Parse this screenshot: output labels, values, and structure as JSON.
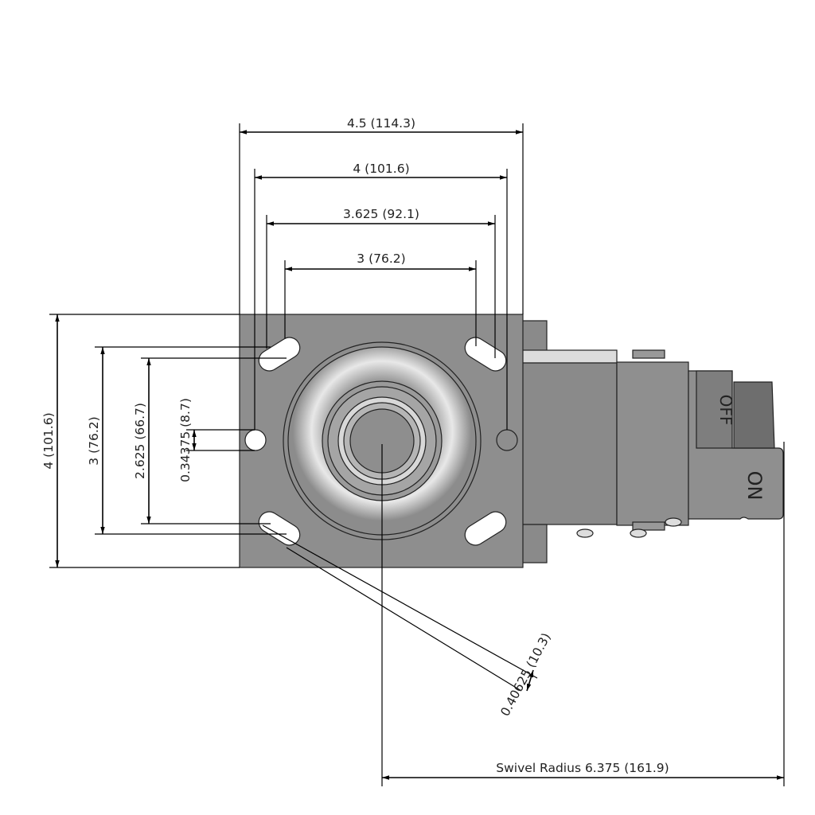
{
  "dimensions": {
    "plate_width": "4.5 (114.3)",
    "bolt_span_outer": "4 (101.6)",
    "bolt_span_mid": "3.625 (92.1)",
    "bolt_span_inner": "3 (76.2)",
    "plate_height": "4 (101.6)",
    "bolt_vert_outer": "3 (76.2)",
    "bolt_vert_inner": "2.625 (66.7)",
    "slot_width": "0.34375 (8.7)",
    "hole_diameter": "0.40625 (10.3)",
    "swivel_radius": "Swivel Radius 6.375 (161.9)"
  },
  "brake_labels": {
    "off": "OFF",
    "on": "ON"
  },
  "colors": {
    "plate": "#8e8e8e",
    "housing": "#8a8a8a",
    "line": "#000000"
  }
}
